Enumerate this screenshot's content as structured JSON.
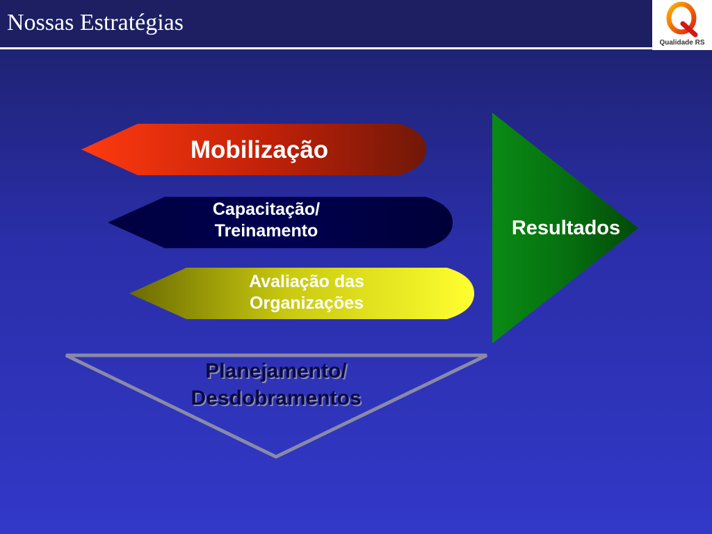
{
  "slide": {
    "title": "Nossas Estratégias",
    "logo_text": "Qualidade RS"
  },
  "diagram": {
    "arrows": [
      {
        "lines": [
          "Mobilização"
        ],
        "color": "#ff3a10"
      },
      {
        "lines": [
          "Capacitação/",
          "Treinamento"
        ],
        "color": "#000050"
      },
      {
        "lines": [
          "Avaliação das",
          "Organizações"
        ],
        "color": "#f0f020"
      }
    ],
    "triangle": {
      "lines": [
        "Planejamento/",
        "Desdobramentos"
      ]
    },
    "result": {
      "label": "Resultados",
      "color": "#0a8a14"
    }
  },
  "colors": {
    "background": "#2a2ea8",
    "header": "#1d1f62",
    "rule": "#ffffff"
  }
}
